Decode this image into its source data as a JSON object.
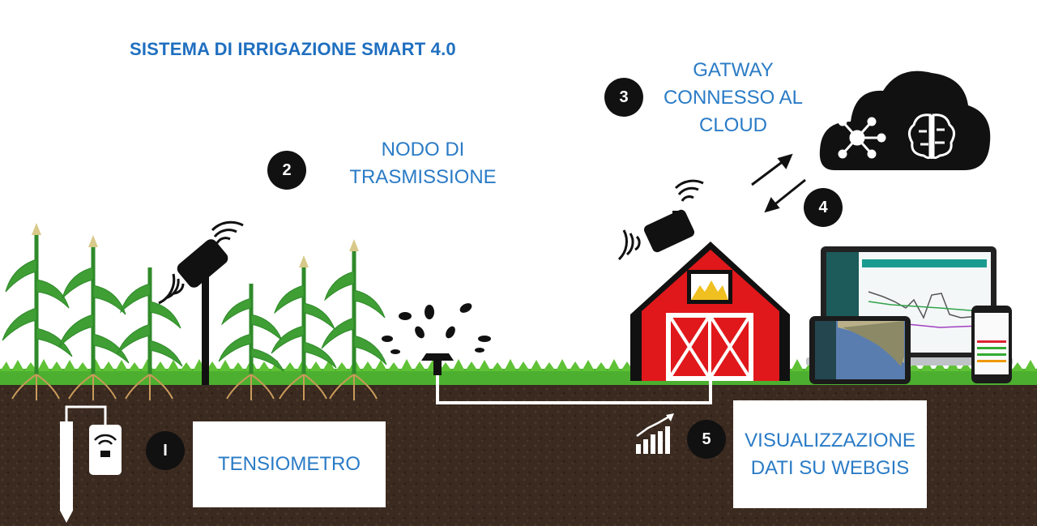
{
  "title": "SISTEMA DI IRRIGAZIONE SMART 4.0",
  "steps": [
    {
      "num": "I",
      "label": "TENSIOMETRO"
    },
    {
      "num": "2",
      "label_lines": [
        "NODO DI",
        "TRASMISSIONE"
      ]
    },
    {
      "num": "3",
      "label_lines": [
        "GATWAY",
        "CONNESSO AL",
        "CLOUD"
      ]
    },
    {
      "num": "4"
    },
    {
      "num": "5",
      "label_lines": [
        "VISUALIZZAZIONE",
        "DATI SU WEBGIS"
      ]
    }
  ],
  "icons": [
    "corn-plant-icon",
    "tensiometer-icon",
    "transmission-node-icon",
    "sprinkler-icon",
    "barn-icon",
    "gateway-icon",
    "cloud-icon",
    "network-icon",
    "brain-icon",
    "exchange-arrows-icon",
    "growth-chart-icon",
    "laptop-icon",
    "tablet-icon",
    "phone-icon"
  ],
  "colors": {
    "accent_blue": "#1f6fc0",
    "label_blue": "#2a7bc6",
    "soil": "#3b2a20",
    "grass": "#4caf2f",
    "barn_red": "#e0181b"
  }
}
